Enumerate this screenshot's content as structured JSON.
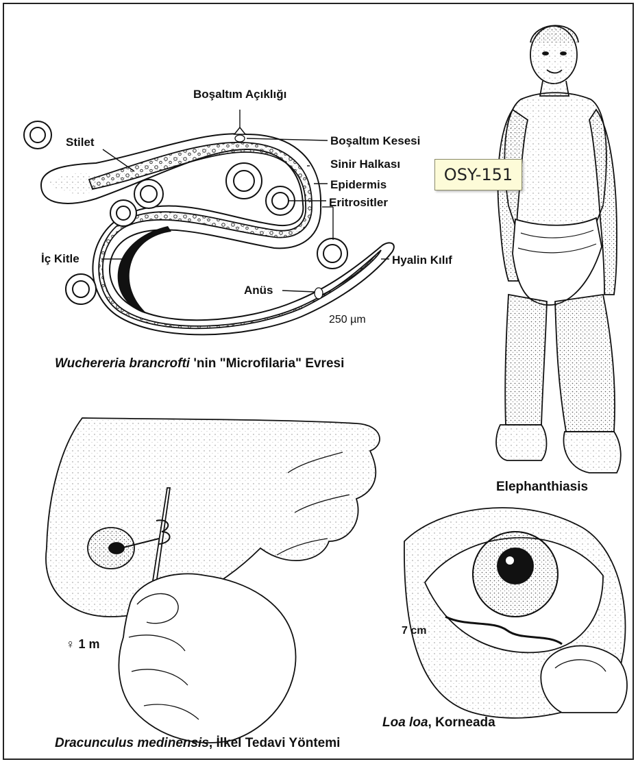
{
  "wuchereria": {
    "labels": {
      "bosaltim_acikligi": "Boşaltım Açıklığı",
      "stilet": "Stilet",
      "bosaltim_kesesi": "Boşaltım Kesesi",
      "sinir_halkasi": "Sinir Halkası",
      "epidermis": "Epidermis",
      "eritrositler": "Eritrositler",
      "ic_kitle": "İç Kitle",
      "hyalin_kilif": "Hyalin Kılıf",
      "anus": "Anüs",
      "scale": "250 µm"
    },
    "caption": {
      "italic": "Wuchereria brancrofti",
      "rest": " 'nin \"Microfilaria\" Evresi"
    }
  },
  "tag": {
    "text": "OSY-151"
  },
  "elephanthiasis": {
    "caption": "Elephanthiasis"
  },
  "dracunculus": {
    "size": "♀ 1 m",
    "caption": {
      "italic": "Dracunculus medinensis",
      "rest": ", İlkel Tedavi Yöntemi"
    }
  },
  "loa": {
    "size": "7 cm",
    "caption": {
      "italic": "Loa loa",
      "rest": ", Korneada"
    }
  },
  "colors": {
    "ink": "#111111",
    "tag_bg": "#fdfbd8",
    "border": "#222222"
  }
}
